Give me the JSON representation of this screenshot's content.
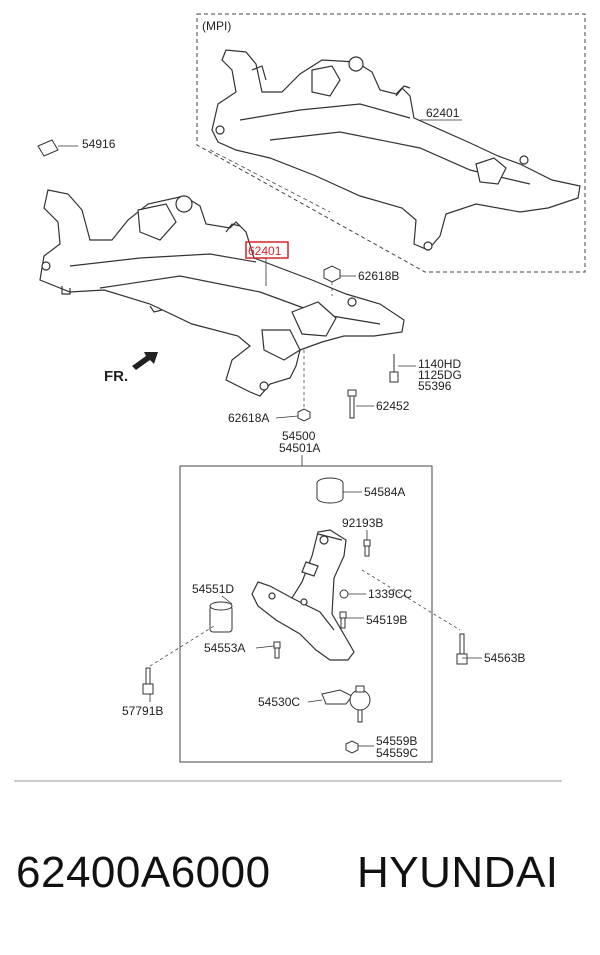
{
  "diagram": {
    "mpi_label": "(MPI)",
    "front_label": "FR.",
    "highlight_color": "#d9232a",
    "callouts": {
      "c62401_top": "62401",
      "c54916": "54916",
      "c62401_main": "62401",
      "c62618b": "62618B",
      "c1140hd": "1140HD",
      "c1125dg": "1125DG",
      "c55396": "55396",
      "c62452": "62452",
      "c62618a": "62618A",
      "c54500": "54500",
      "c54501a": "54501A",
      "c54584a": "54584A",
      "c92193b": "92193B",
      "c54551d": "54551D",
      "c1339cc": "1339CC",
      "c54519b": "54519B",
      "c54553a": "54553A",
      "c54563b": "54563B",
      "c57791b": "57791B",
      "c54530c": "54530C",
      "c54559b": "54559B",
      "c54559c": "54559C"
    }
  },
  "footer": {
    "part_number": "62400A6000",
    "brand": "HYUNDAI"
  }
}
